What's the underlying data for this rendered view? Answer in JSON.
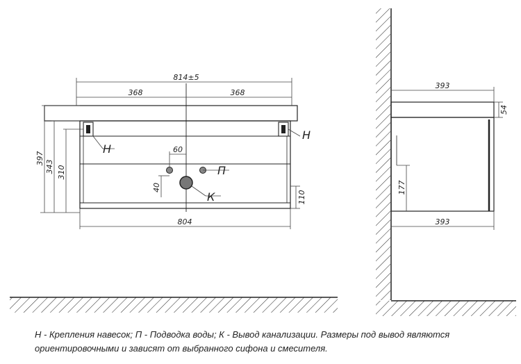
{
  "labels": {
    "width_total": "814±5",
    "half_left": "368",
    "half_right": "368",
    "height_397": "397",
    "height_343": "343",
    "height_310": "310",
    "offset_60": "60",
    "offset_40": "40",
    "height_110": "110",
    "width_804": "804",
    "depth_top": "393",
    "top_thickness": "54",
    "height_177": "177",
    "depth_bottom": "393",
    "mount_left": "H",
    "mount_right": "H",
    "water": "П",
    "drain": "К"
  },
  "caption": {
    "line1": "Н - Крепления навесок; П - Подводка воды; К - Вывод канализации. Размеры под вывод являются",
    "line2": "ориентировочными и зависят от выбранного сифона и смесителя."
  }
}
